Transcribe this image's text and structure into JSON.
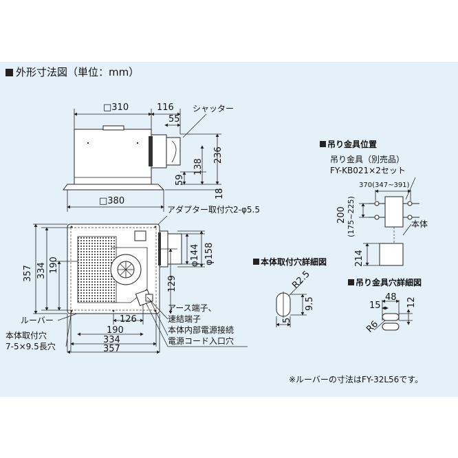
{
  "title": "外形寸法図（単位：mm）",
  "side_view": {
    "dims": {
      "width_top": "□310",
      "offset": "116",
      "d55": "55",
      "h236": "236",
      "h138": "138",
      "h59": "59",
      "h18": "18",
      "width_bottom": "□380"
    },
    "shutter_label": "シャッター"
  },
  "plan_view": {
    "dims": {
      "h357": "357",
      "h334": "334",
      "h190": "190",
      "phi144": "φ144",
      "phi158": "φ158",
      "h129": "129",
      "w126": "126",
      "w190": "190",
      "w334": "334",
      "w357": "357"
    },
    "labels": {
      "adapter": "アダプター取付穴2-φ5.5",
      "earth": "アース端子、",
      "quick": "速結端子",
      "internal_power": "本体内部電源接続",
      "cord_entry": "電源コード入口穴",
      "louver": "ルーバー",
      "mount_hole_1": "本体取付穴",
      "mount_hole_2": "7-5×9.5長穴"
    }
  },
  "hanger_position": {
    "heading": "吊り金具位置",
    "label": "吊り金具（別売品）",
    "model": "FY-KB021×2セット",
    "dim_370": "370(347~391)",
    "dim_200": "200",
    "dim_200_range": "(175~225)",
    "dim_214": "214",
    "body_label": "本体"
  },
  "body_hole_detail": {
    "heading": "本体取付穴詳細図",
    "r": "R2.5",
    "h": "9.5",
    "w": "5"
  },
  "hanger_hole_detail": {
    "heading": "吊り金具穴詳細図",
    "w48": "48",
    "w15": "15",
    "h12": "12",
    "r6": "R6"
  },
  "note": "※ルーバーの寸法はFY-32L56です。"
}
